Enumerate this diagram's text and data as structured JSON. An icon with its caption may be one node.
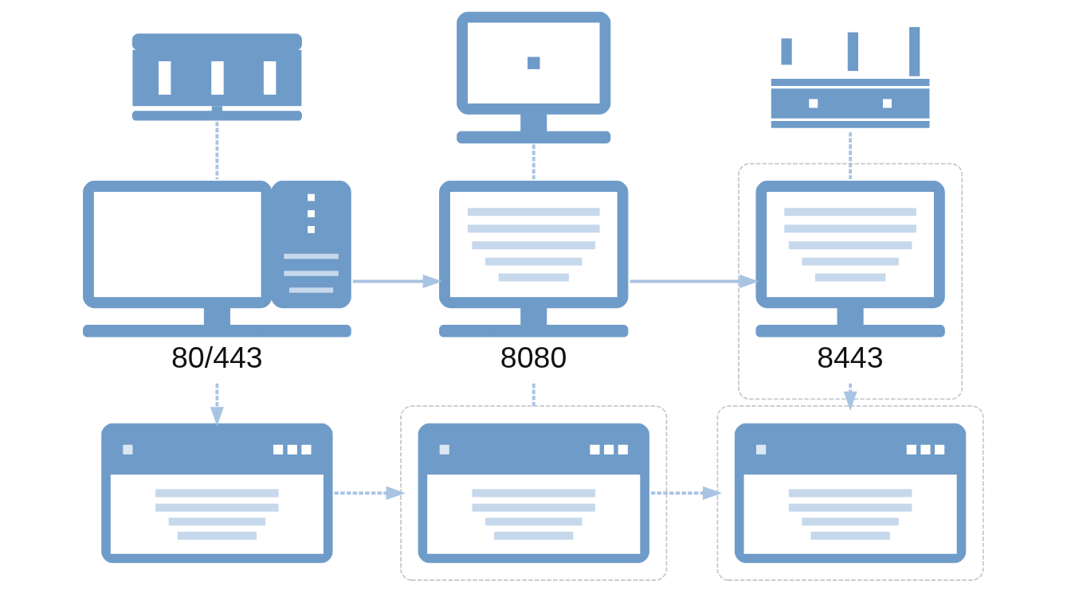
{
  "diagram": {
    "nodes": [
      {
        "text": [],
        "shape": "picture"
      },
      {
        "text": [],
        "shape": "picture"
      },
      {
        "text": [],
        "shape": "picture"
      },
      {
        "text": [],
        "shape": "picture",
        "beside": [
          "80/443"
        ]
      },
      {
        "text": [],
        "shape": "picture",
        "beside": [
          "8080"
        ]
      },
      {
        "text": [],
        "shape": "box"
      },
      {
        "text": [],
        "shape": "picture",
        "beside": [
          "8443"
        ],
        "in": 5
      },
      {
        "text": [],
        "shape": "picture"
      },
      {
        "text": [],
        "shape": "box"
      },
      {
        "text": [],
        "shape": "picture",
        "in": 8
      },
      {
        "text": [],
        "shape": "box"
      },
      {
        "text": [],
        "shape": "picture",
        "in": 10
      }
    ],
    "edges": [
      {
        "from": 0,
        "to": 3,
        "arrow": "none",
        "style": "dashed"
      },
      {
        "from": 1,
        "to": 4,
        "arrow": "none",
        "style": "dashed"
      },
      {
        "from": 2,
        "to": 6,
        "arrow": "none",
        "style": "dashed"
      },
      {
        "from": 3,
        "to": 4,
        "arrow": "to"
      },
      {
        "from": 4,
        "to": 6,
        "arrow": "to"
      },
      {
        "from": 3,
        "to": 7,
        "arrow": "to",
        "style": "dashed"
      },
      {
        "from": 4,
        "to": 8,
        "arrow": "none",
        "style": "dashed"
      },
      {
        "from": 6,
        "to": 10,
        "arrow": "to",
        "style": "dashed"
      },
      {
        "from": 7,
        "to": 8,
        "arrow": "to",
        "style": "dashed"
      },
      {
        "from": 9,
        "to": 10,
        "arrow": "to",
        "style": "dashed"
      }
    ]
  }
}
